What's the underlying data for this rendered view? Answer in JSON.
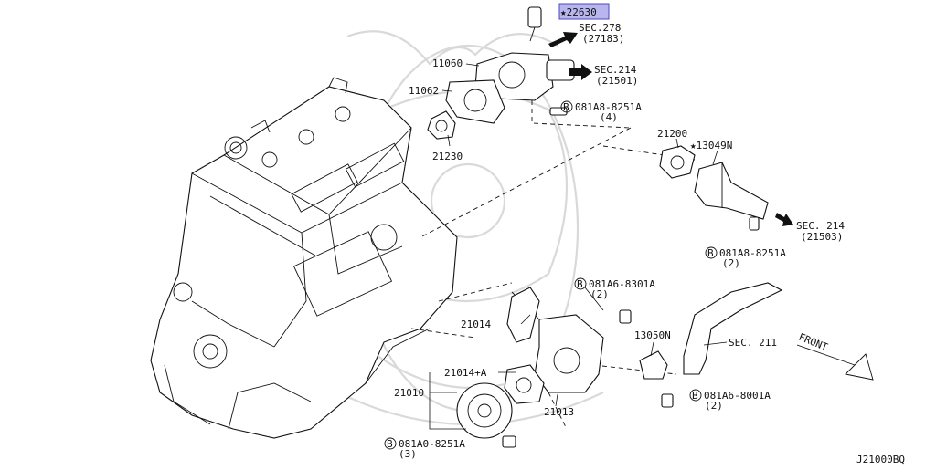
{
  "diagram_id": "J21000BQ",
  "callouts": {
    "highlighted_part": "★22630",
    "sec278": "SEC.278",
    "sec278_sub": "(27183)",
    "p11060": "11060",
    "p11062": "11062",
    "sec214_top": "SEC.214",
    "sec214_top_sub": "(21501)",
    "bolt_top": "081A8-8251A",
    "bolt_top_qty": "(4)",
    "p21230": "21230",
    "p21200": "21200",
    "p13049n": "★13049N",
    "sec214_right": "SEC. 214",
    "sec214_right_sub": "(21503)",
    "bolt_right": "081A8-8251A",
    "bolt_right_qty": "(2)",
    "bolt_mid": "081A6-8301A",
    "bolt_mid_qty": "(2)",
    "p21014": "21014",
    "p13050n": "13050N",
    "sec211": "SEC. 211",
    "front": "FRONT",
    "p21014a": "21014+A",
    "p21010": "21010",
    "p21013": "21013",
    "bolt_low": "081A6-8001A",
    "bolt_low_qty": "(2)",
    "bolt_bottom": "081A0-8251A",
    "bolt_bottom_qty": "(3)",
    "bolt_marker": "B"
  },
  "colors": {
    "highlight_fill": "#b9b6ef",
    "highlight_border": "#4c48b8",
    "line": "#111111",
    "watermark": "#d9d9d9"
  }
}
